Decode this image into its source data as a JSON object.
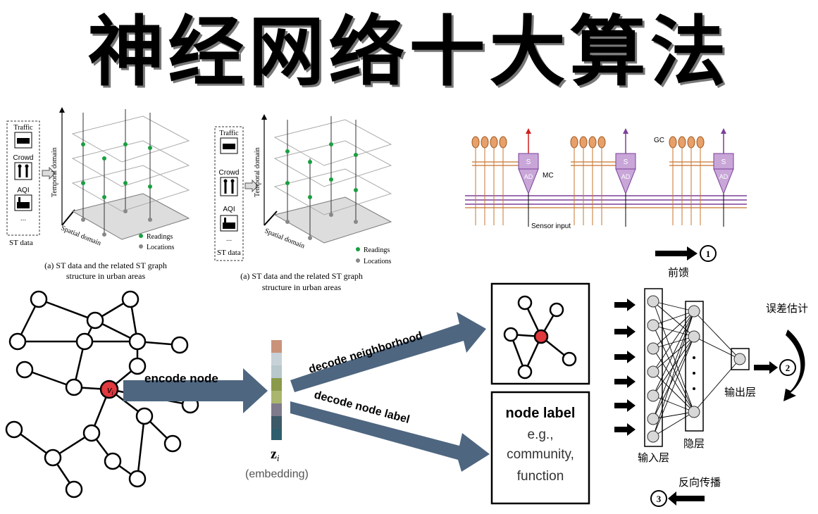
{
  "title": "神经网络十大算法",
  "st_panel_1": {
    "data_types": [
      "Traffic",
      "Crowd",
      "AQI",
      "..."
    ],
    "data_label": "ST data",
    "temporal_axis": "Temporal domain",
    "spatial_axis": "Spatial domain",
    "legend_readings": "Readings",
    "legend_locations": "Locations",
    "caption_line1": "(a) ST data and the related ST graph",
    "caption_line2": "structure in urban areas"
  },
  "st_panel_2": {
    "data_types": [
      "Traffic",
      "Crowd",
      "AQI",
      "..."
    ],
    "data_label": "ST data",
    "temporal_axis": "Temporal domain",
    "spatial_axis": "Spatial domain",
    "legend_readings": "Readings",
    "legend_locations": "Locations",
    "caption_line1": "(a) ST data and the related ST graph",
    "caption_line2": "structure in urban areas"
  },
  "circuit": {
    "label_gc": "GC",
    "label_mc": "MC",
    "label_s": "S",
    "label_ad": "AD",
    "sensor_label": "Sensor input",
    "colors": {
      "orange": "#e8a06a",
      "purple": "#7b3f98",
      "mc_fill": "#c9a6d8",
      "red": "#d02020"
    }
  },
  "embedding": {
    "encode_label": "encode node",
    "node_label": "v",
    "node_sub": "i",
    "z_label": "z",
    "z_sub": "i",
    "embedding_label": "(embedding)",
    "decode_neighborhood": "decode neighborhood",
    "decode_label": "decode node label",
    "box_title": "node label",
    "box_lines": [
      "e.g.,",
      "community,",
      "function"
    ],
    "colors": {
      "arrow": "#4e6680",
      "center_node": "#e0393e",
      "stripes": [
        "#c9937a",
        "#c7d1d8",
        "#b7c7cc",
        "#8a9a4a",
        "#aab56e",
        "#7f7a8c",
        "#3d5a68",
        "#2e5e6e"
      ]
    }
  },
  "neural_net": {
    "feedforward": "前馈",
    "step1": "1",
    "error_estimate": "误差估计",
    "step2": "2",
    "input_layer": "输入层",
    "hidden_layer": "隐层",
    "output_layer": "输出层",
    "backprop": "反向传播",
    "step3": "3"
  }
}
